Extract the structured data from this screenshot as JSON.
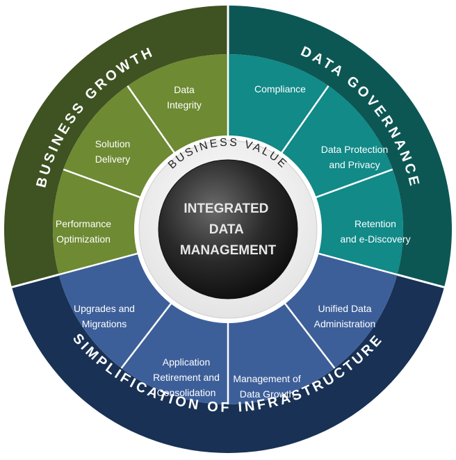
{
  "center": {
    "title_lines": [
      "INTEGRATED",
      "DATA",
      "MANAGEMENT"
    ],
    "ring_text": "BUSINESS VALUE"
  },
  "quadrants": {
    "growth": {
      "ring_label": "BUSINESS GROWTH",
      "color": "#6e8a33",
      "ring_color": "#3f5222",
      "segments": [
        [
          "Data",
          "Integrity"
        ],
        [
          "Solution",
          "Delivery"
        ],
        [
          "Performance",
          "Optimization"
        ]
      ]
    },
    "governance": {
      "ring_label": "DATA GOVERNANCE",
      "color": "#118a88",
      "ring_color": "#0c5754",
      "segments": [
        [
          "Compliance"
        ],
        [
          "Data Protection",
          "and Privacy"
        ],
        [
          "Retention",
          "and e-Discovery"
        ]
      ]
    },
    "infrastructure": {
      "ring_label": "SIMPLIFICATION OF INFRASTRUCTURE",
      "color": "#3d5f99",
      "ring_color": "#183154",
      "segments": [
        [
          "Unified Data",
          "Administration"
        ],
        [
          "Management of",
          "Data Growth"
        ],
        [
          "Application",
          "Retirement and",
          "Consolidation"
        ],
        [
          "Upgrades and",
          "Migrations"
        ]
      ]
    }
  }
}
